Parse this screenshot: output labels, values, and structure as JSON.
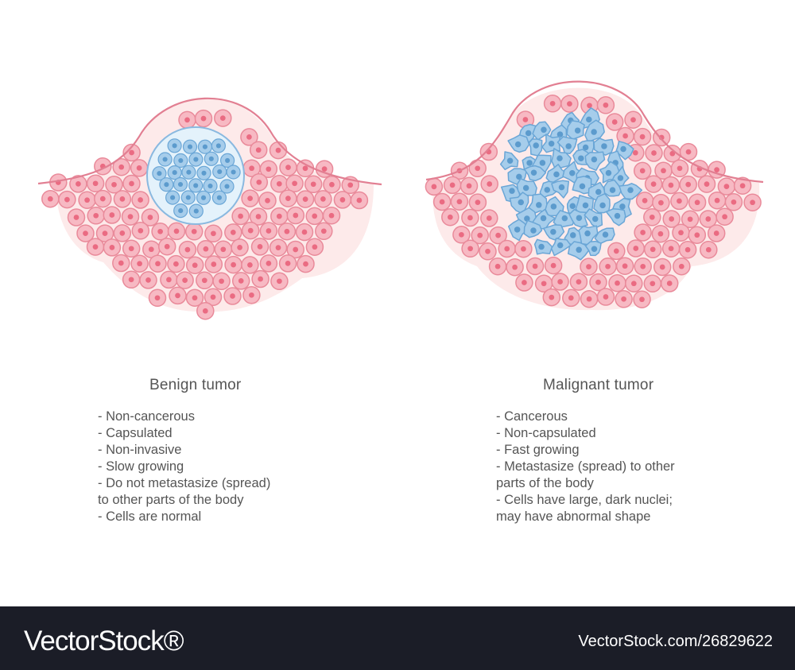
{
  "benign": {
    "title": "Benign tumor",
    "features": [
      "- Non-cancerous",
      "- Capsulated",
      "- Non-invasive",
      "- Slow growing",
      "- Do not metastasize (spread)",
      "to other parts of the body",
      "- Cells are normal"
    ]
  },
  "malignant": {
    "title": "Malignant tumor",
    "features": [
      "- Cancerous",
      "- Non-capsulated",
      "- Fast growing",
      "- Metastasize (spread) to other",
      "parts of the body",
      "- Cells have large, dark nuclei;",
      "may have abnormal shape"
    ]
  },
  "footer": {
    "logo": "VectorStock®",
    "id": "VectorStock.com/26829622"
  },
  "colors": {
    "tissue_bg": "#fdeaea",
    "tissue_line": "#e27f92",
    "normal_cell": "#f7b9c3",
    "normal_cell_border": "#e98a9a",
    "normal_nucleus": "#ea6b82",
    "tumor_cell": "#a6cdeb",
    "tumor_cell_border": "#6aa6d6",
    "tumor_nucleus": "#5c9bcd",
    "capsule": "#e4f2fb",
    "footer_bg": "#1b1d27"
  }
}
